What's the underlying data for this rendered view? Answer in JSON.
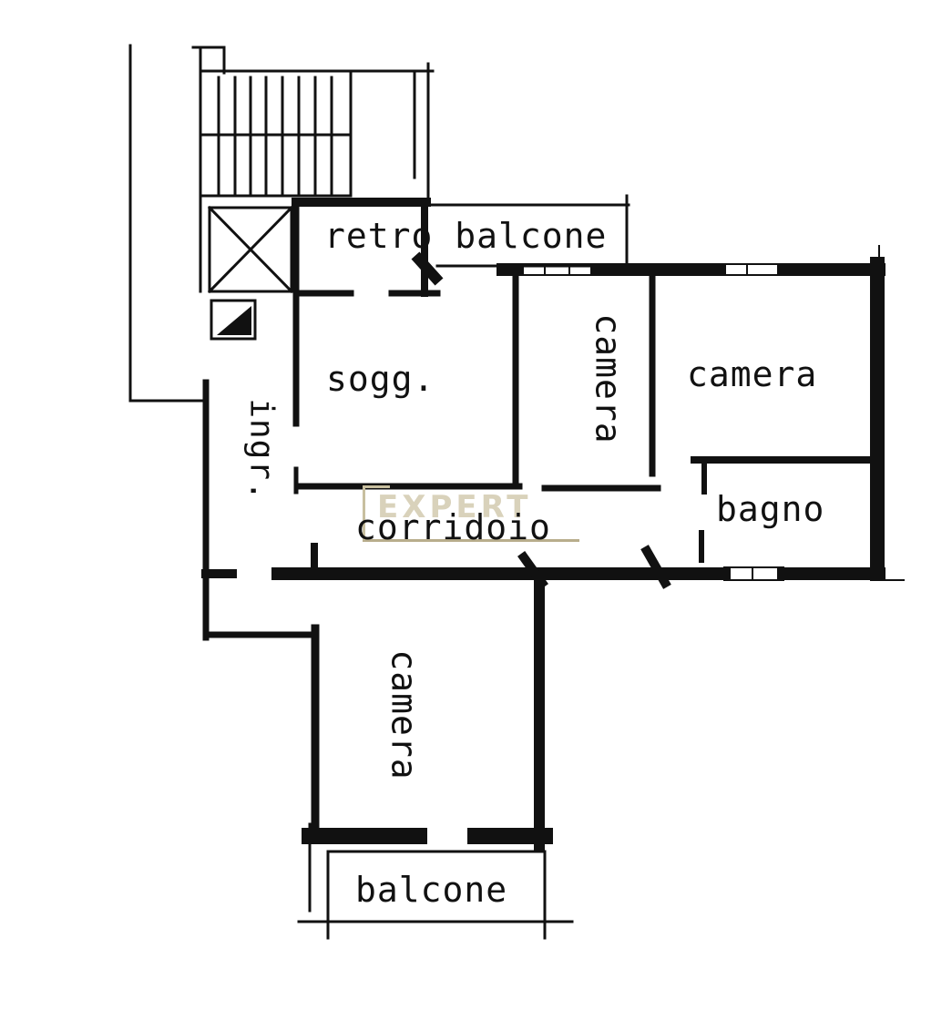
{
  "plan": {
    "rooms": {
      "retro_balcone": "retro balcone",
      "soggiorno": "sogg.",
      "camera_small": "camera",
      "camera_right": "camera",
      "ingresso": "ingr.",
      "bagno": "bagno",
      "corridoio": "corridoio",
      "camera_bottom": "camera",
      "balcone": "balcone"
    }
  },
  "watermark": {
    "text": "EXPERT",
    "color": "#d3cbb0"
  },
  "colors": {
    "ink": "#111111",
    "background": "#ffffff"
  }
}
